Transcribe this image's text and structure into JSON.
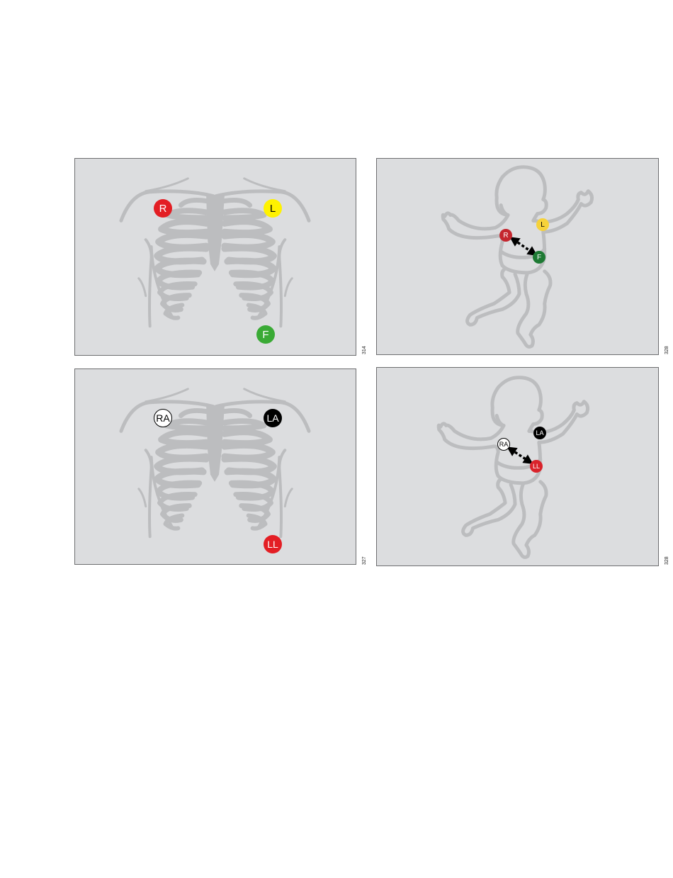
{
  "figures": [
    {
      "id": "adult-iec",
      "figure_number": "314",
      "electrodes": [
        {
          "label": "R",
          "color": "#e31e24",
          "text_color": "#ffffff"
        },
        {
          "label": "L",
          "color": "#fff200",
          "text_color": "#000000"
        },
        {
          "label": "F",
          "color": "#3aaa35",
          "text_color": "#ffffff"
        }
      ]
    },
    {
      "id": "infant-iec",
      "figure_number": "328",
      "electrodes": [
        {
          "label": "L",
          "color": "#f6d23a",
          "text_color": "#000000"
        },
        {
          "label": "R",
          "color": "#c4262e",
          "text_color": "#ffffff"
        },
        {
          "label": "F",
          "color": "#1e7a34",
          "text_color": "#ffffff"
        }
      ]
    },
    {
      "id": "adult-aha",
      "figure_number": "327",
      "electrodes": [
        {
          "label": "RA",
          "color": "#ffffff",
          "text_color": "#000000"
        },
        {
          "label": "LA",
          "color": "#000000",
          "text_color": "#ffffff"
        },
        {
          "label": "LL",
          "color": "#e31e24",
          "text_color": "#ffffff"
        }
      ]
    },
    {
      "id": "infant-aha",
      "figure_number": "328",
      "electrodes": [
        {
          "label": "LA",
          "color": "#000000",
          "text_color": "#ffffff"
        },
        {
          "label": "RA",
          "color": "#ffffff",
          "text_color": "#000000"
        },
        {
          "label": "LL",
          "color": "#d9232b",
          "text_color": "#ffffff"
        }
      ]
    }
  ],
  "colors": {
    "panel_background": "#dcdddf",
    "panel_border": "#6d6e70",
    "illustration": "#bcbdbf"
  }
}
